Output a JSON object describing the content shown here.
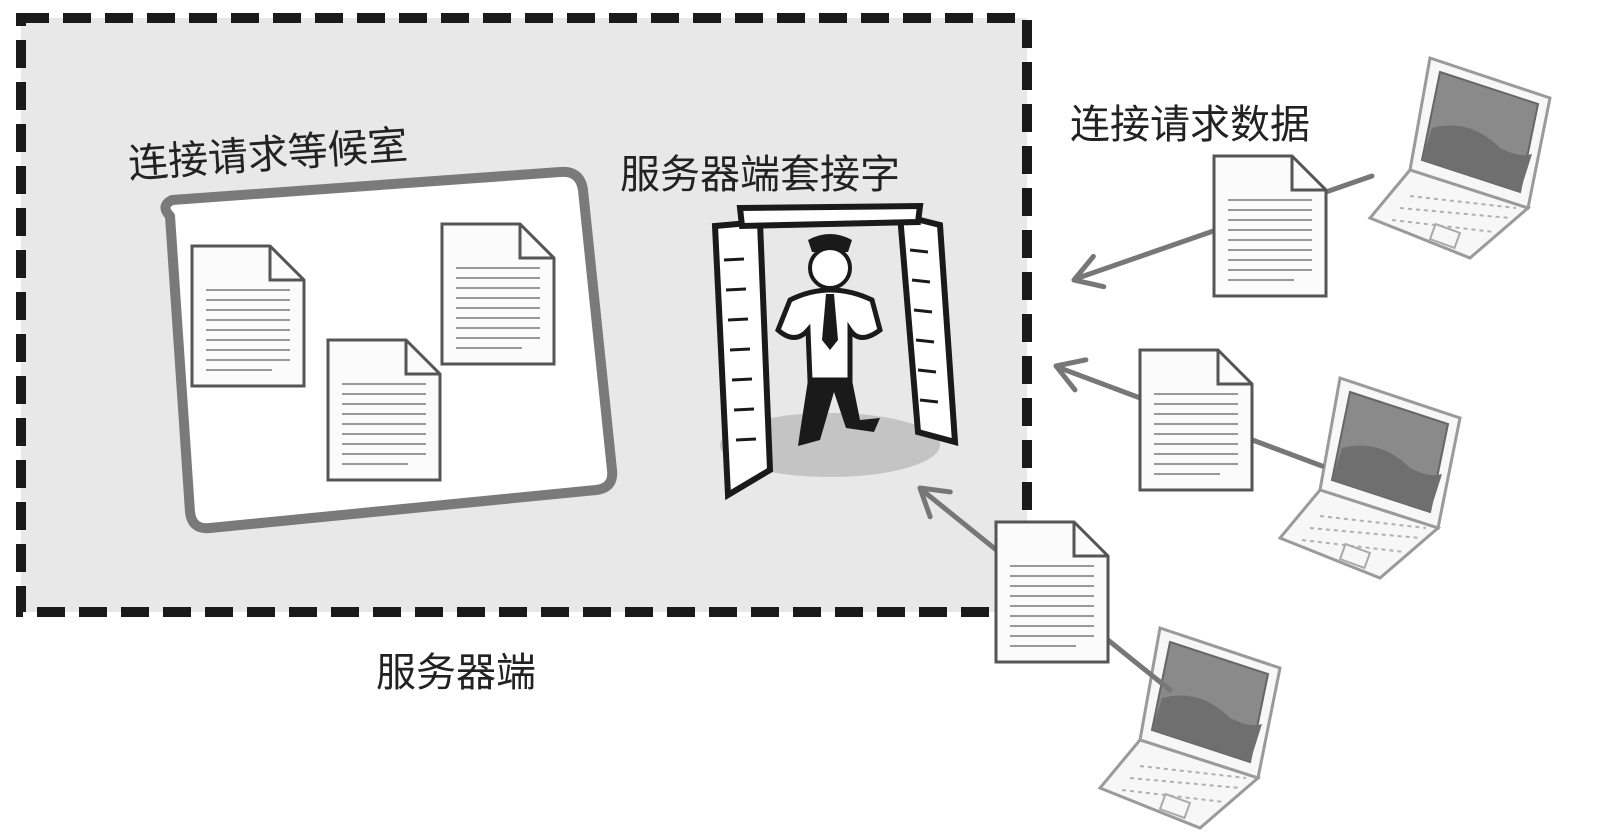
{
  "labels": {
    "waiting_room": "连接请求等候室",
    "server_socket": "服务器端套接字",
    "server_side": "服务器端",
    "request_data": "连接请求数据"
  },
  "colors": {
    "server_region_fill": "#e8e8e8",
    "server_region_border": "#1a1a1a",
    "waiting_room_border": "#7a7a7a",
    "arrow": "#777777",
    "document_fill": "#fbfbfb",
    "laptop_screen": "#8a8a8a"
  },
  "icons": {
    "document": "document-icon",
    "laptop": "laptop-icon",
    "doorman": "doorman-icon"
  }
}
